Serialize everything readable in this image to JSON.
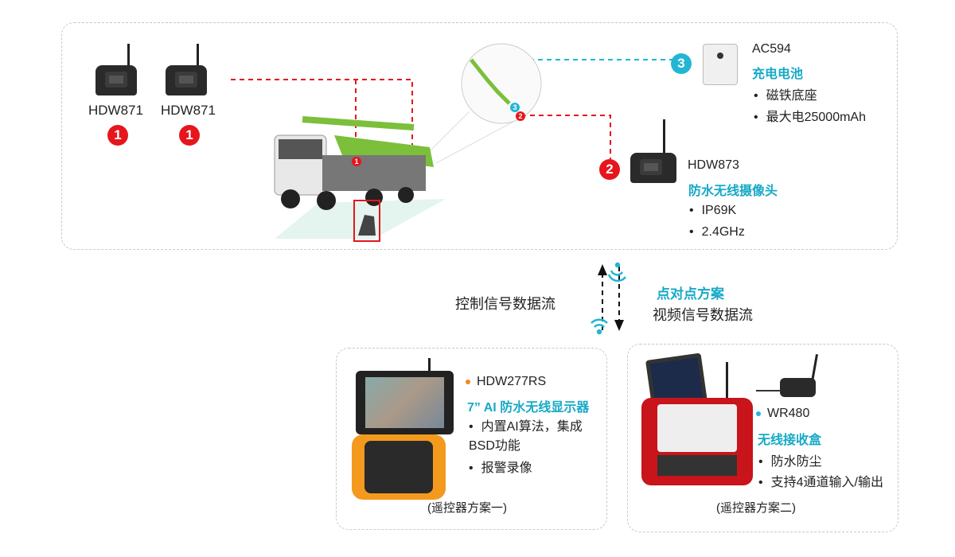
{
  "cameras_left": [
    {
      "model": "HDW871",
      "badge": "1"
    },
    {
      "model": "HDW871",
      "badge": "1"
    }
  ],
  "charger": {
    "badge": "3",
    "model": "AC594",
    "title": "充电电池",
    "bullets": [
      "磁铁底座",
      "最大电25000mAh"
    ]
  },
  "wireless_camera": {
    "badge": "2",
    "model": "HDW873",
    "title": "防水无线摄像头",
    "bullets": [
      "IP69K",
      "2.4GHz"
    ]
  },
  "truck": {
    "badges": [
      "1",
      "2",
      "3"
    ]
  },
  "signal": {
    "control_label": "控制信号数据流",
    "scheme_title": "点对点方案",
    "video_label": "视频信号数据流"
  },
  "option1": {
    "model": "HDW277RS",
    "title": "7” AI 防水无线显示器",
    "bullets": [
      "内置AI算法，集成BSD功能",
      "报警录像"
    ],
    "caption": "(遥控器方案一)"
  },
  "option2": {
    "model": "WR480",
    "title": "无线接收盒",
    "bullets": [
      "防水防尘",
      "支持4通道输入/输出"
    ],
    "caption": "(遥控器方案二)"
  },
  "colors": {
    "accent": "#17a9c6",
    "badge_red": "#e5161c",
    "orange": "#f08a1c"
  }
}
